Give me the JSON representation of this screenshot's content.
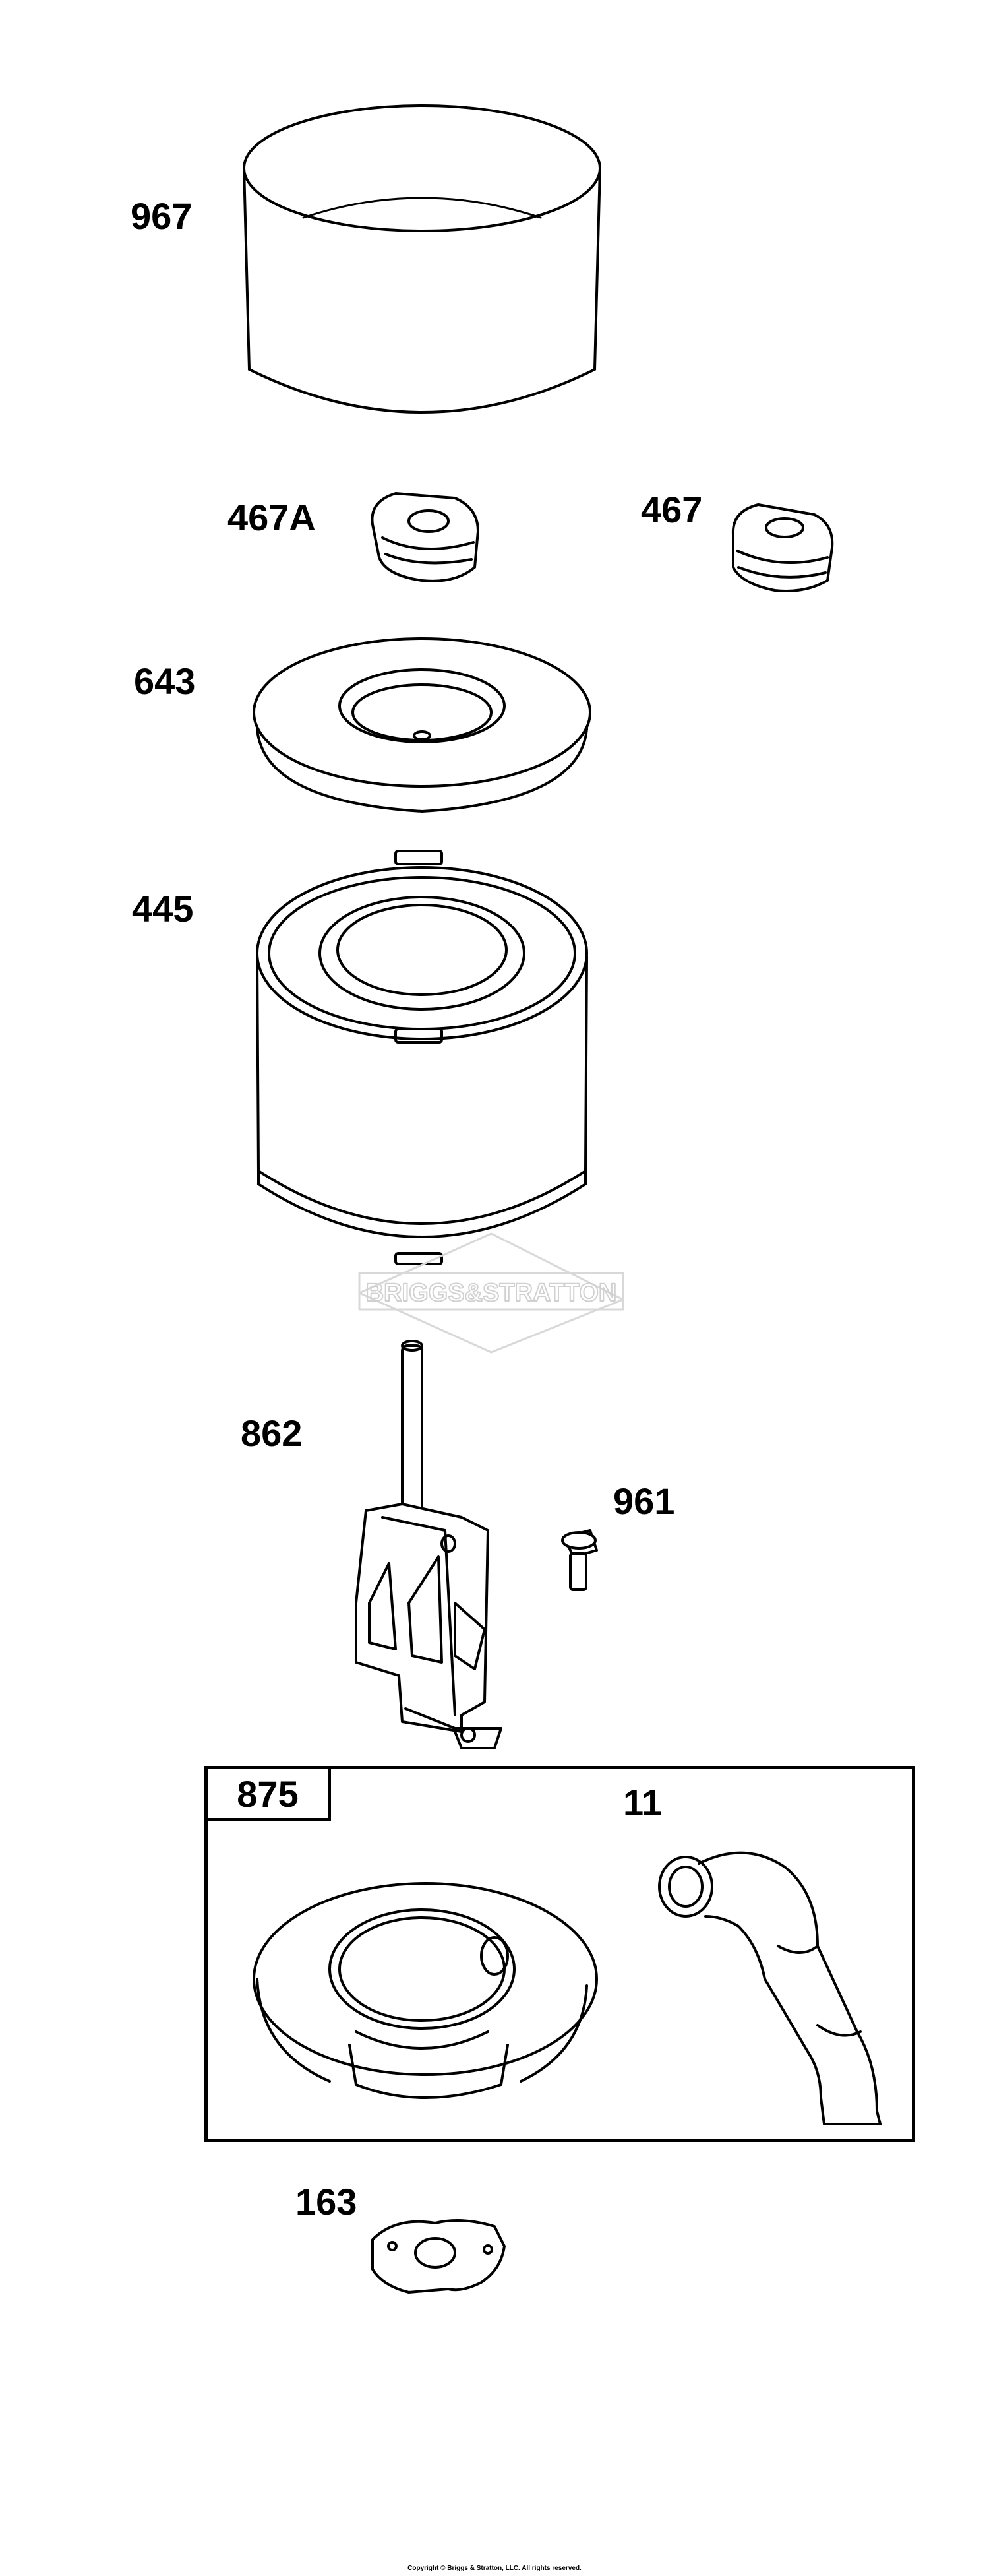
{
  "diagram": {
    "watermark": "BRIGGS&STRATTON",
    "parts": [
      {
        "id": "967",
        "label": "967",
        "icon": "pre-cleaner-sleeve-icon"
      },
      {
        "id": "467A",
        "label": "467A",
        "icon": "knob-icon"
      },
      {
        "id": "467",
        "label": "467",
        "icon": "knob-icon"
      },
      {
        "id": "643",
        "label": "643",
        "icon": "cover-seal-icon"
      },
      {
        "id": "445",
        "label": "445",
        "icon": "air-filter-cartridge-icon"
      },
      {
        "id": "862",
        "label": "862",
        "icon": "stud-bracket-icon"
      },
      {
        "id": "961",
        "label": "961",
        "icon": "screw-icon"
      },
      {
        "id": "875",
        "label": "875",
        "icon": "base-kit-icon"
      },
      {
        "id": "11",
        "label": "11",
        "icon": "breather-tube-icon"
      },
      {
        "id": "163",
        "label": "163",
        "icon": "gasket-icon"
      }
    ],
    "copyright": "Copyright © Briggs & Stratton, LLC. All rights reserved."
  }
}
